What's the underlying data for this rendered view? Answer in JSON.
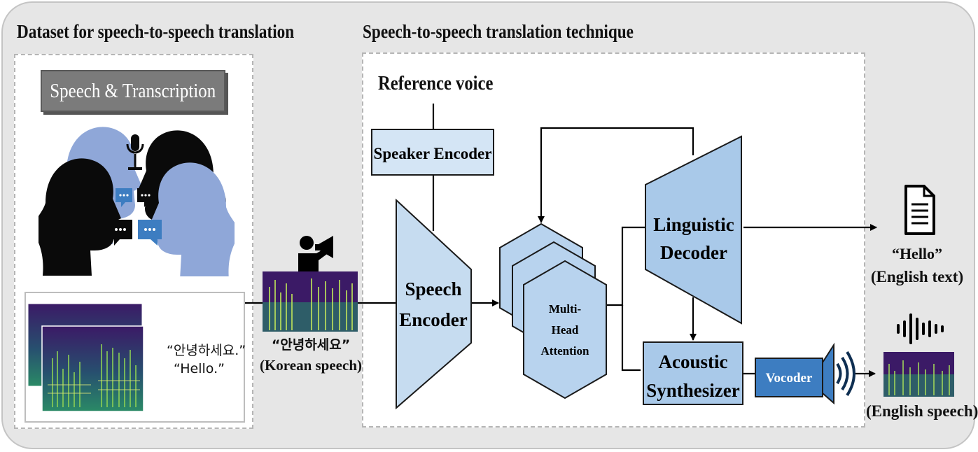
{
  "left_section": {
    "title": "Dataset for speech-to-speech translation",
    "label": "Speech & Transcription",
    "transcript_korean": "“안녕하세요.”",
    "transcript_english": "“Hello.”"
  },
  "right_section": {
    "title": "Speech-to-speech translation technique",
    "reference_voice": "Reference voice",
    "speaker_encoder": "Speaker Encoder",
    "speech_encoder_line1": "Speech",
    "speech_encoder_line2": "Encoder",
    "attention_line1": "Multi-",
    "attention_line2": "Head",
    "attention_line3": "Attention",
    "linguistic_decoder_line1": "Linguistic",
    "linguistic_decoder_line2": "Decoder",
    "acoustic_synth_line1": "Acoustic",
    "acoustic_synth_line2": "Synthesizer",
    "vocoder": "Vocoder"
  },
  "input": {
    "korean_text": "“안녕하세요”",
    "caption": "(Korean speech)"
  },
  "outputs": {
    "text_value": "“Hello”",
    "text_caption": "(English text)",
    "speech_caption": "(English speech)"
  },
  "colors": {
    "block_fill": "#a9c9e9",
    "light_fill": "#d4e5f5",
    "vocoder_fill": "#3d7dc1",
    "person_blue": "#8fa7d8",
    "spectrogram_bg": "#3e1760"
  }
}
